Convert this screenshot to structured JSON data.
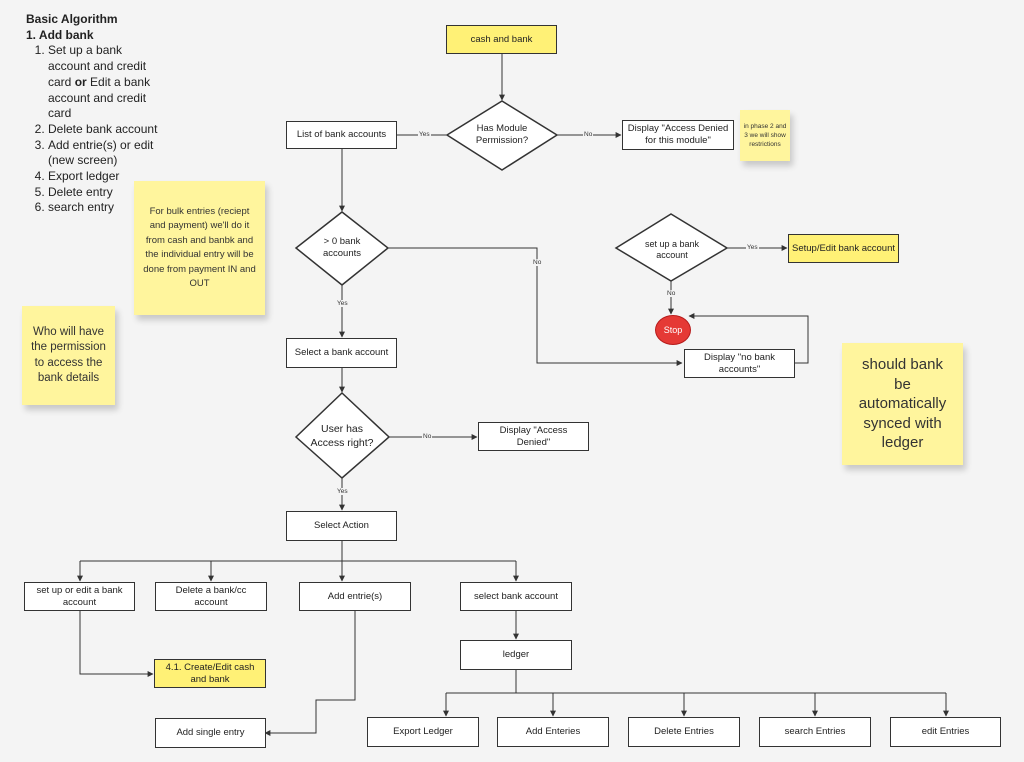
{
  "algorithm": {
    "title": "Basic Algorithm",
    "section": "1. Add bank",
    "step1_part1": "Set up a bank account and credit card ",
    "step1_or": "or",
    "step1_part2": " Edit a bank account and credit card",
    "step2": "Delete bank account",
    "step3": "Add entrie(s) or edit (new screen)",
    "step4": "Export ledger",
    "step5": "Delete entry",
    "step6": "search entry"
  },
  "stickies": {
    "bulk": "For bulk entries (reciept and payment)  we'll do it from cash and banbk and the individual entry will be done from payment IN and OUT",
    "permission": "Who will have the permission to access the bank details",
    "phase": "in phase 2 and 3 we will show restrictions",
    "sync": "should bank be automatically synced with ledger"
  },
  "flow": {
    "start": "cash and bank",
    "d_module": "Has Module Permission?",
    "access_denied_module": "Display \"Access Denied for this module\"",
    "list_accounts": "List of bank accounts",
    "d_gt0": "> 0 bank accounts",
    "d_setup": "set up a bank account",
    "setup_edit": "Setup/Edit bank account",
    "stop": "Stop",
    "no_accounts": "Display \"no bank accounts\"",
    "select_account": "Select a bank account",
    "d_user": "User has Access right?",
    "access_denied": "Display \"Access Denied\"",
    "select_action": "Select Action",
    "setup_edit_account": "set up or edit a bank account",
    "delete_account": "Delete a bank/cc account",
    "add_entries": "Add entrie(s)",
    "select_bank_account": "select bank account",
    "create_edit": "4.1. Create/Edit cash and bank",
    "ledger": "ledger",
    "add_single": "Add single entry",
    "export_ledger": "Export Ledger",
    "add_enteries": "Add Enteries",
    "delete_entries": "Delete Entries",
    "search_entries": "search Entries",
    "edit_entries": "edit Entries"
  },
  "labels": {
    "yes": "Yes",
    "no": "No"
  }
}
